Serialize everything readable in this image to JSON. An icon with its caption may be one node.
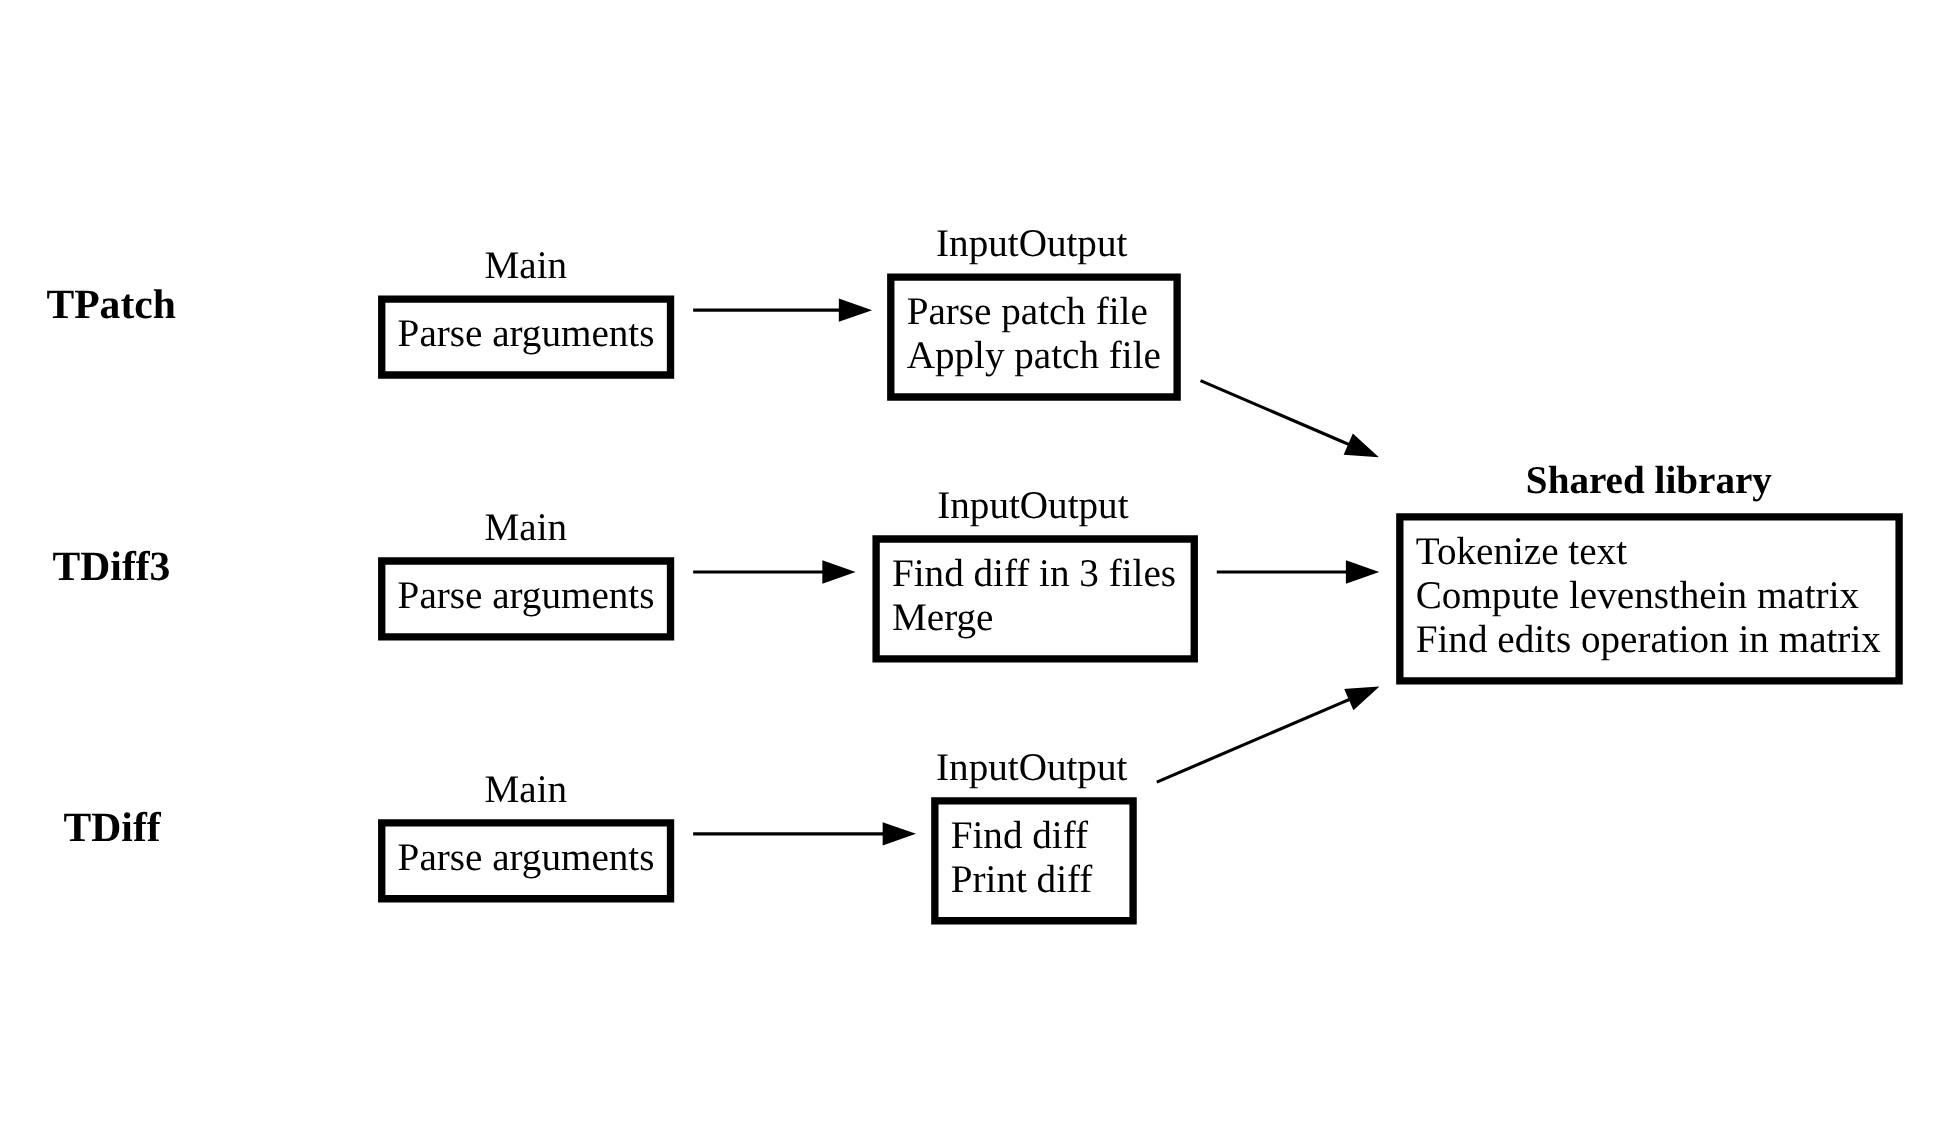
{
  "diagram": {
    "nodes": [
      {
        "text": [
          "Main",
          "Parse arguments"
        ]
      },
      {
        "text": [
          "InputOutput",
          "Find diff",
          "Print diff"
        ]
      },
      {
        "text": [
          "Main",
          "Parse arguments"
        ]
      },
      {
        "text": [
          "InputOutput",
          "Parse patch file",
          "Apply patch file"
        ]
      },
      {
        "text": [
          "Shared library",
          "Tokenize text",
          "Compute levensthein matrix",
          "Find edits operation in matrix"
        ]
      },
      {
        "text": [
          "Main",
          "Parse arguments"
        ]
      },
      {
        "text": [
          "InputOutput",
          "Find diff in 3 files",
          "Merge"
        ]
      }
    ],
    "edges": [
      {
        "from": 0,
        "to": 1,
        "arrow": "to"
      },
      {
        "from": 1,
        "to": 4,
        "arrow": "to"
      },
      {
        "from": 2,
        "to": 3,
        "arrow": "to"
      },
      {
        "from": 3,
        "to": 4,
        "arrow": "to"
      },
      {
        "from": 5,
        "to": 6,
        "arrow": "to"
      },
      {
        "from": 6,
        "to": 4,
        "arrow": "to"
      }
    ],
    "labels": [
      "TDiff",
      "TPatch",
      "TDiff3"
    ]
  }
}
